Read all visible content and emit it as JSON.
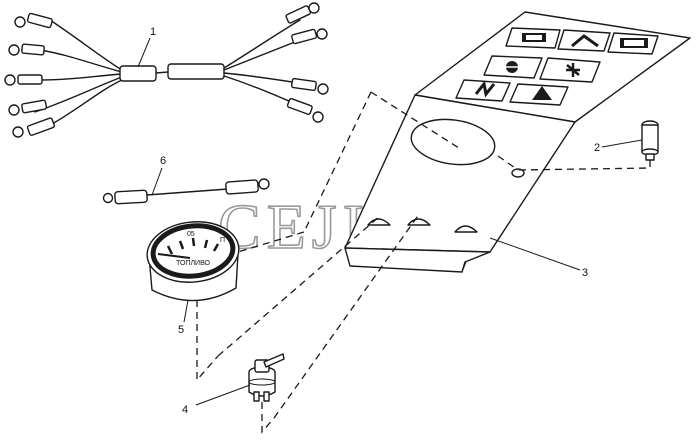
{
  "watermark": "CEJIM",
  "callouts": [
    "1",
    "2",
    "3",
    "4",
    "5",
    "6"
  ],
  "gauge": {
    "scale_mid": "05",
    "scale_end": "П",
    "label": "ТОПЛИВО"
  },
  "panel_icons": [
    "fan-icon",
    "arrow-icon",
    "heater-icon",
    "vent-icon",
    "snowflake-icon",
    "wave-icon",
    "hazard-icon"
  ]
}
